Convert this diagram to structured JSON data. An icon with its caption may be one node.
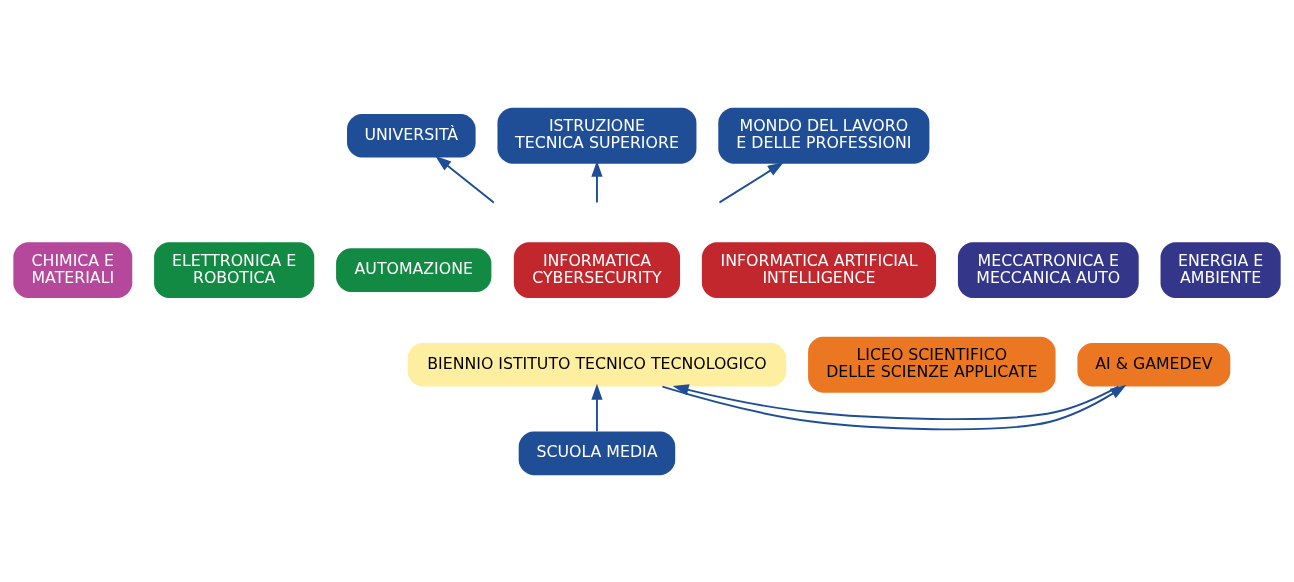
{
  "diagram": {
    "nodes": [
      {
        "text": [
          "UNIVERSITÀ"
        ]
      },
      {
        "text": [
          "ISTRUZIONE TECNICA SUPERIORE"
        ]
      },
      {
        "text": [
          "MONDO DEL LAVORO E DELLE PROFESSIONI"
        ]
      },
      {
        "text": [
          "LICEO SCIENTIFICO DELLE SCIENZE APPLICATE"
        ]
      },
      {
        "text": [
          "AI & GAMEDEV"
        ]
      },
      {
        "text": [
          "CHIMICA E MATERIALI"
        ]
      },
      {
        "text": [
          "ELETTRONICA E ROBOTICA"
        ]
      },
      {
        "text": [
          "AUTOMAZIONE"
        ]
      },
      {
        "text": [
          "INFORMATICA CYBERSECURITY"
        ]
      },
      {
        "text": [
          "INFORMATICA ARTIFICIAL INTELLIGENCE"
        ]
      },
      {
        "text": [
          "MECCATRONICA E MECCANICA AUTO"
        ]
      },
      {
        "text": [
          "ENERGIA E AMBIENTE"
        ]
      },
      {
        "text": [
          "BIENNIO ISTITUTO TECNICO TECNOLOGICO"
        ]
      },
      {
        "text": [
          "SCUOLA MEDIA"
        ]
      }
    ],
    "edges": [
      {
        "from": null,
        "to": 0,
        "arrow": "to"
      },
      {
        "from": null,
        "to": 1,
        "arrow": "to"
      },
      {
        "from": null,
        "to": 2,
        "arrow": "to"
      },
      {
        "from": 4,
        "to": 12,
        "arrow": "to"
      },
      {
        "from": 12,
        "to": 4,
        "arrow": "to"
      },
      {
        "from": 13,
        "to": 12,
        "arrow": "to"
      }
    ]
  }
}
